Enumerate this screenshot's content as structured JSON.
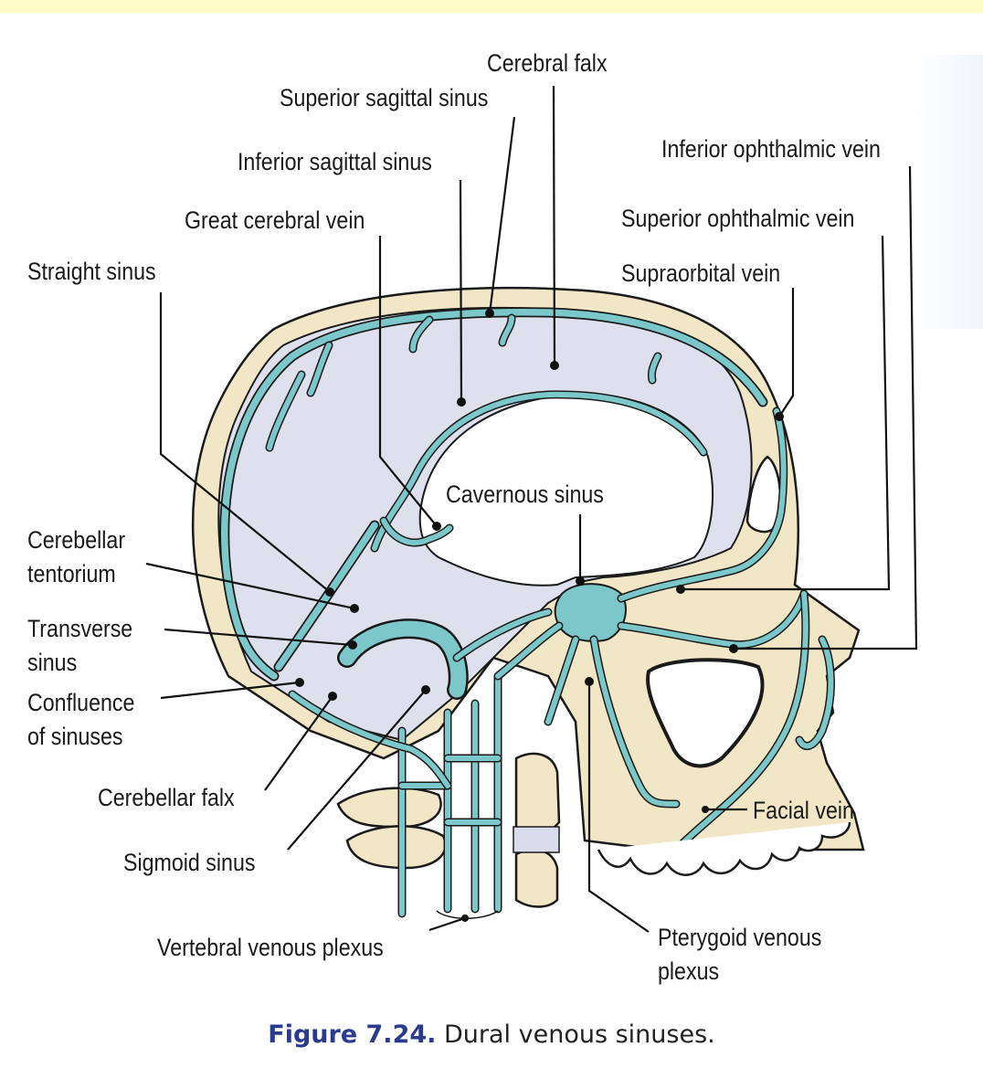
{
  "figure": {
    "number": "Figure 7.24.",
    "title": " Dural venous sinuses.",
    "colors": {
      "vein_fill": "#7cc7c9",
      "bone_fill": "#f1e6c6",
      "brain_fill": "#dfe0ee",
      "caption_number": "#2a3a8c",
      "top_band": "#fdfbc8"
    }
  },
  "labels": {
    "cerebral_falx": "Cerebral falx",
    "superior_sagittal_sinus": "Superior sagittal sinus",
    "inferior_sagittal_sinus": "Inferior sagittal sinus",
    "great_cerebral_vein": "Great cerebral vein",
    "straight_sinus": "Straight sinus",
    "inferior_ophthalmic_vein": "Inferior ophthalmic vein",
    "superior_ophthalmic_vein": "Superior ophthalmic vein",
    "supraorbital_vein": "Supraorbital vein",
    "cavernous_sinus": "Cavernous sinus",
    "cerebellar_tentorium_1": "Cerebellar",
    "cerebellar_tentorium_2": "tentorium",
    "transverse_sinus_1": "Transverse",
    "transverse_sinus_2": "sinus",
    "confluence_1": "Confluence",
    "confluence_2": "of sinuses",
    "cerebellar_falx": "Cerebellar falx",
    "sigmoid_sinus": "Sigmoid sinus",
    "vertebral_venous_plexus": "Vertebral venous plexus",
    "pterygoid_1": "Pterygoid venous",
    "pterygoid_2": "plexus",
    "facial_vein": "Facial vein"
  }
}
